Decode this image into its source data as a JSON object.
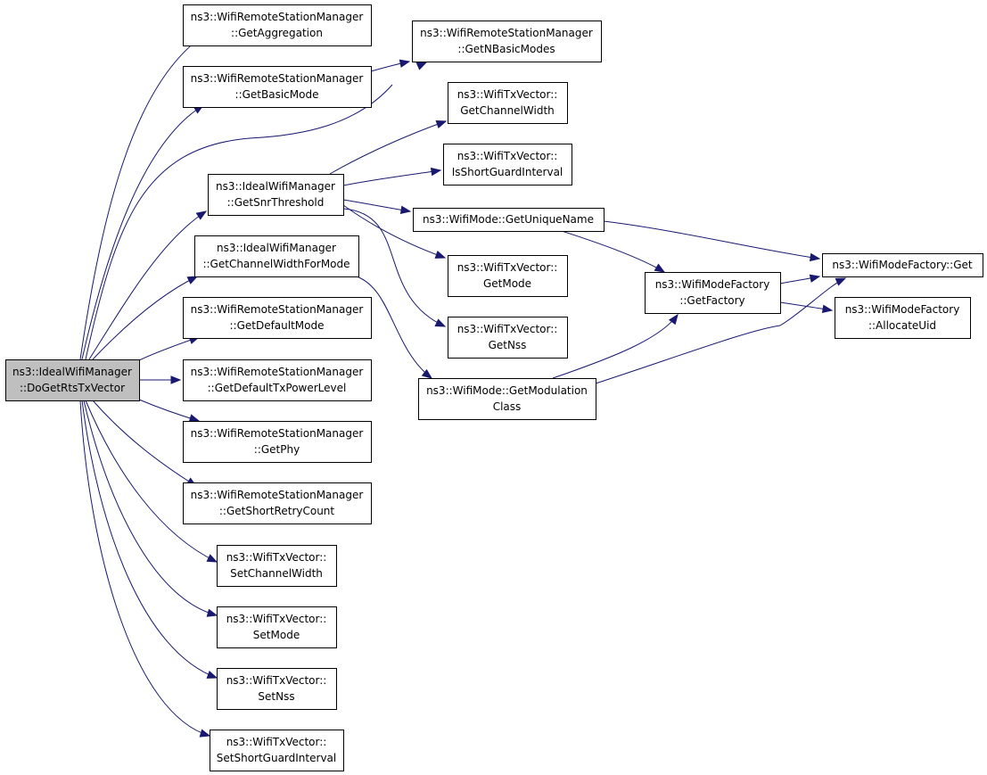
{
  "graph": {
    "nodes": [
      {
        "id": "root",
        "lines": [
          "ns3::IdealWifiManager",
          "::DoGetRtsTxVector"
        ],
        "highlighted": true
      },
      {
        "id": "getAggregation",
        "lines": [
          "ns3::WifiRemoteStationManager",
          "::GetAggregation"
        ]
      },
      {
        "id": "getBasicMode",
        "lines": [
          "ns3::WifiRemoteStationManager",
          "::GetBasicMode"
        ]
      },
      {
        "id": "getNBasicModes",
        "lines": [
          "ns3::WifiRemoteStationManager",
          "::GetNBasicModes"
        ]
      },
      {
        "id": "getSnrThreshold",
        "lines": [
          "ns3::IdealWifiManager",
          "::GetSnrThreshold"
        ]
      },
      {
        "id": "getChannelWidthForMode",
        "lines": [
          "ns3::IdealWifiManager",
          "::GetChannelWidthForMode"
        ]
      },
      {
        "id": "getDefaultMode",
        "lines": [
          "ns3::WifiRemoteStationManager",
          "::GetDefaultMode"
        ]
      },
      {
        "id": "getDefaultTxPowerLevel",
        "lines": [
          "ns3::WifiRemoteStationManager",
          "::GetDefaultTxPowerLevel"
        ]
      },
      {
        "id": "getPhy",
        "lines": [
          "ns3::WifiRemoteStationManager",
          "::GetPhy"
        ]
      },
      {
        "id": "getShortRetryCount",
        "lines": [
          "ns3::WifiRemoteStationManager",
          "::GetShortRetryCount"
        ]
      },
      {
        "id": "setChannelWidth",
        "lines": [
          "ns3::WifiTxVector::",
          "SetChannelWidth"
        ]
      },
      {
        "id": "setMode",
        "lines": [
          "ns3::WifiTxVector::",
          "SetMode"
        ]
      },
      {
        "id": "setNss",
        "lines": [
          "ns3::WifiTxVector::",
          "SetNss"
        ]
      },
      {
        "id": "setShortGuardInterval",
        "lines": [
          "ns3::WifiTxVector::",
          "SetShortGuardInterval"
        ]
      },
      {
        "id": "getChannelWidth",
        "lines": [
          "ns3::WifiTxVector::",
          "GetChannelWidth"
        ]
      },
      {
        "id": "isShortGuardInterval",
        "lines": [
          "ns3::WifiTxVector::",
          "IsShortGuardInterval"
        ]
      },
      {
        "id": "getUniqueName",
        "lines": [
          "ns3::WifiMode::GetUniqueName"
        ]
      },
      {
        "id": "getMode",
        "lines": [
          "ns3::WifiTxVector::",
          "GetMode"
        ]
      },
      {
        "id": "getNss",
        "lines": [
          "ns3::WifiTxVector::",
          "GetNss"
        ]
      },
      {
        "id": "getModulationClass",
        "lines": [
          "ns3::WifiMode::GetModulation",
          "Class"
        ]
      },
      {
        "id": "getFactory",
        "lines": [
          "ns3::WifiModeFactory",
          "::GetFactory"
        ]
      },
      {
        "id": "factoryGet",
        "lines": [
          "ns3::WifiModeFactory::Get"
        ]
      },
      {
        "id": "allocateUid",
        "lines": [
          "ns3::WifiModeFactory",
          "::AllocateUid"
        ]
      }
    ],
    "edges": [
      {
        "from": "root",
        "to": "getAggregation"
      },
      {
        "from": "root",
        "to": "getBasicMode"
      },
      {
        "from": "root",
        "to": "getNBasicModes"
      },
      {
        "from": "root",
        "to": "getSnrThreshold"
      },
      {
        "from": "root",
        "to": "getChannelWidthForMode"
      },
      {
        "from": "root",
        "to": "getDefaultMode"
      },
      {
        "from": "root",
        "to": "getDefaultTxPowerLevel"
      },
      {
        "from": "root",
        "to": "getPhy"
      },
      {
        "from": "root",
        "to": "getShortRetryCount"
      },
      {
        "from": "root",
        "to": "setChannelWidth"
      },
      {
        "from": "root",
        "to": "setMode"
      },
      {
        "from": "root",
        "to": "setNss"
      },
      {
        "from": "root",
        "to": "setShortGuardInterval"
      },
      {
        "from": "getBasicMode",
        "to": "getNBasicModes"
      },
      {
        "from": "getSnrThreshold",
        "to": "getChannelWidth"
      },
      {
        "from": "getSnrThreshold",
        "to": "isShortGuardInterval"
      },
      {
        "from": "getSnrThreshold",
        "to": "getUniqueName"
      },
      {
        "from": "getSnrThreshold",
        "to": "getMode"
      },
      {
        "from": "getSnrThreshold",
        "to": "getNss"
      },
      {
        "from": "getChannelWidthForMode",
        "to": "getModulationClass"
      },
      {
        "from": "getUniqueName",
        "to": "factoryGet"
      },
      {
        "from": "getUniqueName",
        "to": "getFactory"
      },
      {
        "from": "getModulationClass",
        "to": "getFactory"
      },
      {
        "from": "getModulationClass",
        "to": "factoryGet"
      },
      {
        "from": "getFactory",
        "to": "factoryGet"
      },
      {
        "from": "getFactory",
        "to": "allocateUid"
      }
    ]
  },
  "colors": {
    "edge": "#191970",
    "node_border": "#000000",
    "node_fill": "#ffffff",
    "root_fill": "#bfbfbf",
    "background": "#ffffff"
  }
}
